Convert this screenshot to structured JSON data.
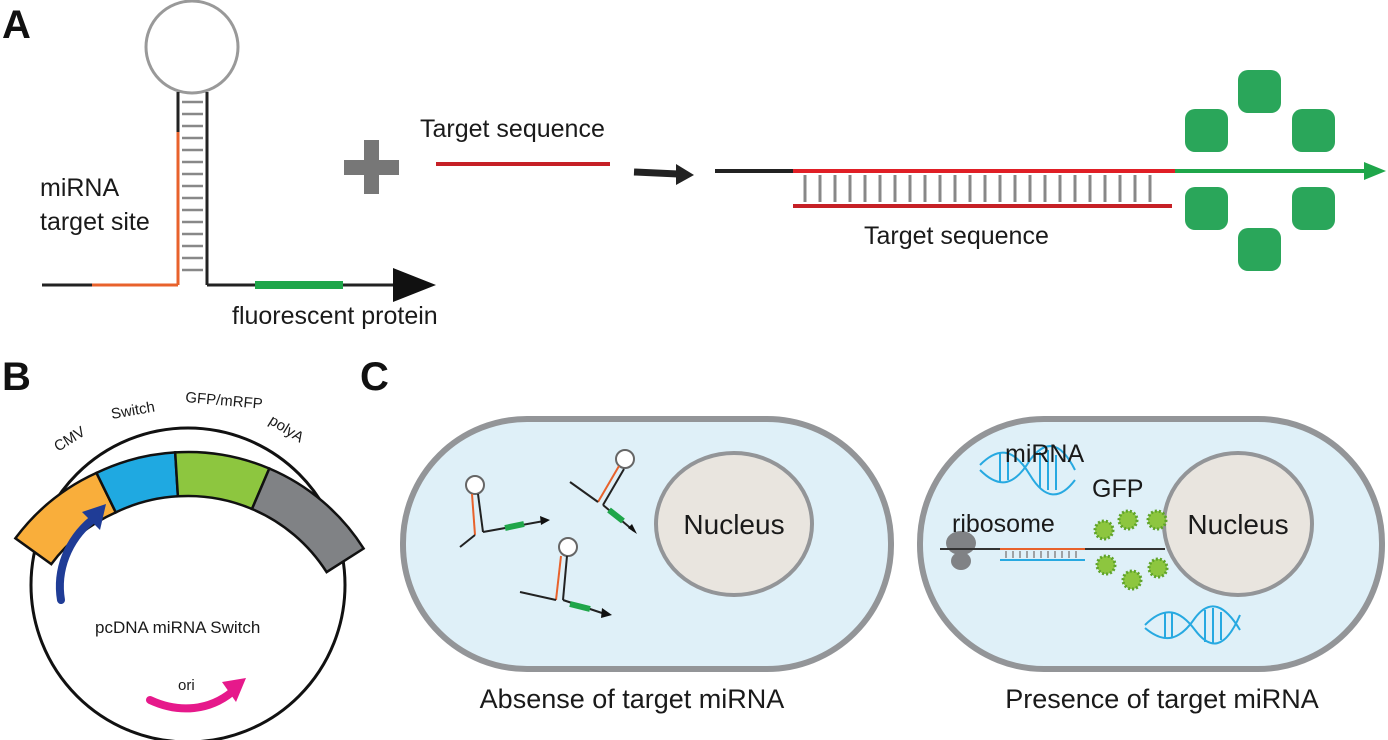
{
  "panels": {
    "a": {
      "letter": "A",
      "mirna_target_site_line1": "miRNA",
      "mirna_target_site_line2": "target site",
      "fluorescent_protein": "fluorescent protein",
      "target_sequence_top": "Target sequence",
      "target_sequence_bottom": "Target sequence"
    },
    "b": {
      "letter": "B",
      "plasmid_name": "pcDNA miRNA Switch",
      "segments": [
        "CMV",
        "Switch",
        "GFP/mRFP",
        "polyA"
      ],
      "ori": "ori"
    },
    "c": {
      "letter": "C",
      "left_nucleus": "Nucleus",
      "right_nucleus": "Nucleus",
      "mirna": "miRNA",
      "gfp": "GFP",
      "ribosome": "ribosome",
      "left_caption": "Absense of target miRNA",
      "right_caption": "Presence of target miRNA"
    }
  },
  "colors": {
    "orange": "#e8622c",
    "red": "#c62026",
    "green": "#1fa64a",
    "gray": "#808080",
    "cmv": "#f9ae3b",
    "switch": "#1fa9e1",
    "gfp_segment": "#8dc63f",
    "polya": "#808285",
    "blue_arrow": "#1f3c96",
    "magenta": "#e6198b",
    "cell_fill": "#dff0f8",
    "nucleus_fill": "#e9e5df",
    "mirna_cyan": "#27a9e1"
  }
}
